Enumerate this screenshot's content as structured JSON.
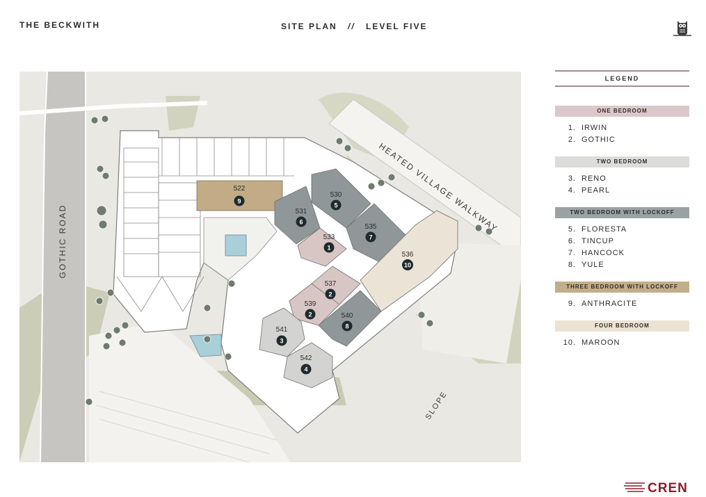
{
  "header": {
    "brand": "THE BECKWITH",
    "title_left": "SITE PLAN",
    "title_sep": "//",
    "title_right": "LEVEL FIVE"
  },
  "icons": {
    "owl": "owl-logo-icon",
    "cren": "cren-logo"
  },
  "map": {
    "road_label": "GOTHIC ROAD",
    "walkway_label": "HEATED VILLAGE WALKWAY",
    "slope_label": "SLOPE",
    "units": [
      {
        "unit": "522",
        "plan": "9",
        "color": "#c2ab85"
      },
      {
        "unit": "530",
        "plan": "5",
        "color": "#8f9799"
      },
      {
        "unit": "531",
        "plan": "6",
        "color": "#8f9799"
      },
      {
        "unit": "533",
        "plan": "1",
        "color": "#d8c6c4"
      },
      {
        "unit": "535",
        "plan": "7",
        "color": "#8f9799"
      },
      {
        "unit": "536",
        "plan": "10",
        "color": "#ebe3d5"
      },
      {
        "unit": "537",
        "plan": "2",
        "color": "#d8c6c4"
      },
      {
        "unit": "539",
        "plan": "2",
        "color": "#d8c6c4"
      },
      {
        "unit": "540",
        "plan": "8",
        "color": "#8f9799"
      },
      {
        "unit": "541",
        "plan": "3",
        "color": "#d3d4d2"
      },
      {
        "unit": "542",
        "plan": "4",
        "color": "#d3d4d2"
      }
    ]
  },
  "legend": {
    "title": "LEGEND",
    "categories": [
      {
        "name": "ONE BEDROOM",
        "color": "#dcc8c8",
        "items": [
          {
            "num": "1.",
            "label": "IRWIN"
          },
          {
            "num": "2.",
            "label": "GOTHIC"
          }
        ]
      },
      {
        "name": "TWO BEDROOM",
        "color": "#dcdcdb",
        "items": [
          {
            "num": "3.",
            "label": "RENO"
          },
          {
            "num": "4.",
            "label": "PEARL"
          }
        ]
      },
      {
        "name": "TWO BEDROOM WITH LOCKOFF",
        "color": "#9aa2a4",
        "items": [
          {
            "num": "5.",
            "label": "FLORESTA"
          },
          {
            "num": "6.",
            "label": "TINCUP"
          },
          {
            "num": "7.",
            "label": "HANCOCK"
          },
          {
            "num": "8.",
            "label": "YULE"
          }
        ]
      },
      {
        "name": "THREE BEDROOM WITH LOCKOFF",
        "color": "#c4ae8a",
        "items": [
          {
            "num": "9.",
            "label": "ANTHRACITE"
          }
        ]
      },
      {
        "name": "FOUR BEDROOM",
        "color": "#ebe2d2",
        "items": [
          {
            "num": "10.",
            "label": "MAROON"
          }
        ]
      }
    ]
  },
  "footer": {
    "logo_text": "CREN"
  }
}
